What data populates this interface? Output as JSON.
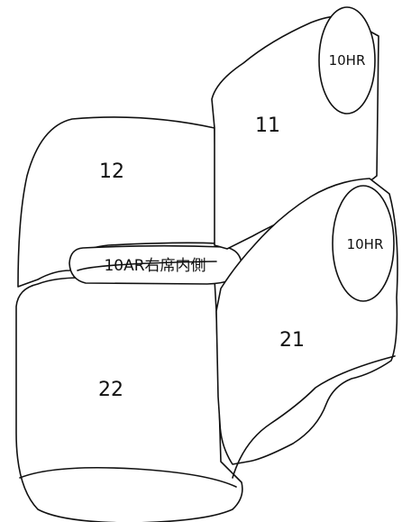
{
  "parts": {
    "part_11": "11",
    "part_12": "12",
    "part_21": "21",
    "part_22": "22",
    "headrest_upper": "10HR",
    "headrest_lower": "10HR",
    "inner_side_tag": "10AR右席内側"
  }
}
